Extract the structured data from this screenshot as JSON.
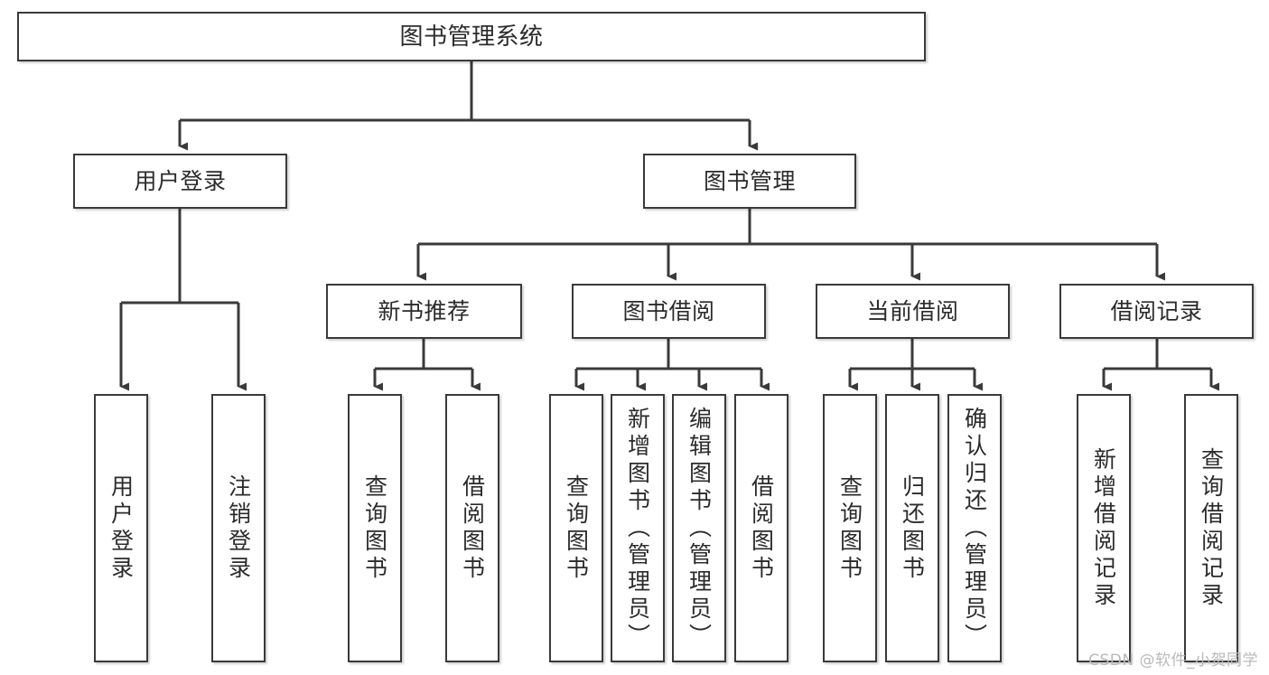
{
  "diagram": {
    "type": "tree-hierarchy",
    "title": "图书管理系统",
    "root": {
      "label": "图书管理系统"
    },
    "level1": [
      {
        "label": "用户登录"
      },
      {
        "label": "图书管理"
      }
    ],
    "level2": [
      {
        "label": "新书推荐"
      },
      {
        "label": "图书借阅"
      },
      {
        "label": "当前借阅"
      },
      {
        "label": "借阅记录"
      }
    ],
    "leaves": {
      "user_login": [
        {
          "label": "用户登录"
        },
        {
          "label": "注销登录"
        }
      ],
      "new_book_recommend": [
        {
          "label": "查询图书"
        },
        {
          "label": "借阅图书"
        }
      ],
      "book_borrow": [
        {
          "label": "查询图书"
        },
        {
          "label": "新增图书（管理员）"
        },
        {
          "label": "编辑图书（管理员）"
        },
        {
          "label": "借阅图书"
        }
      ],
      "current_borrow": [
        {
          "label": "查询图书"
        },
        {
          "label": "归还图书"
        },
        {
          "label": "确认归还（管理员）"
        }
      ],
      "borrow_record": [
        {
          "label": "新增借阅记录"
        },
        {
          "label": "查询借阅记录"
        }
      ]
    }
  },
  "watermark": {
    "text": "CSDN @软件_小贺同学"
  },
  "colors": {
    "border": "#3a3a3a",
    "text": "#2b2b2b",
    "background": "#ffffff",
    "watermark": "#b9b9b9"
  }
}
